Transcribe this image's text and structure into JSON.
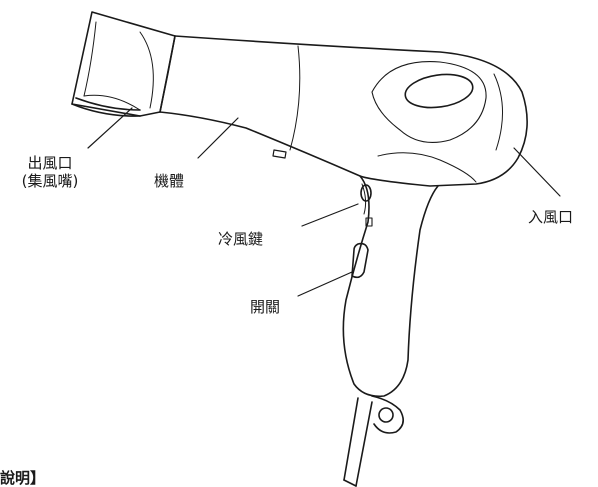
{
  "labels": {
    "outlet_line1": "出風口",
    "outlet_line2": "(集風嘴)",
    "body": "機體",
    "cool_key": "冷風鍵",
    "switch": "開關",
    "inlet": "入風口",
    "partial_heading": "說明】"
  },
  "colors": {
    "stroke": "#1a1a1a",
    "background": "#ffffff"
  }
}
